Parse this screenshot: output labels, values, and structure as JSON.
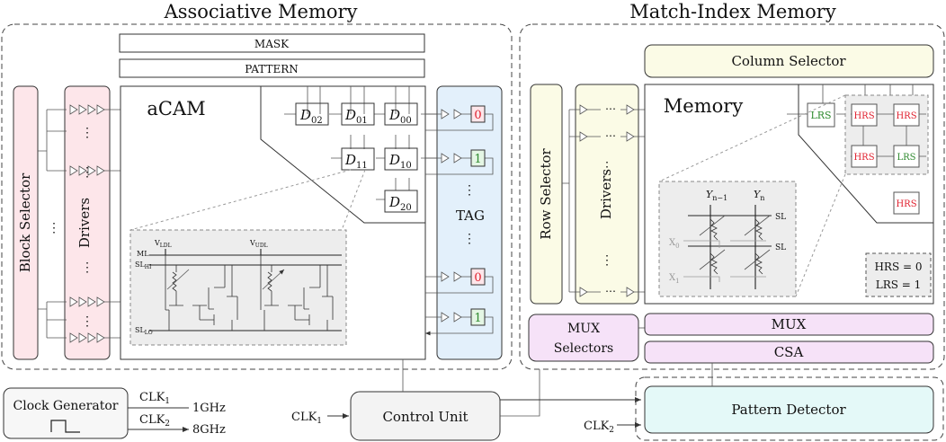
{
  "sections": {
    "associative_title": "Associative Memory",
    "match_index_title": "Match-Index Memory"
  },
  "acam": {
    "mask": "MASK",
    "pattern": "PATTERN",
    "label": "aCAM",
    "block_selector": "Block Selector",
    "drivers": "Drivers",
    "tag": "TAG",
    "tag_bits": [
      "0",
      "1",
      "0",
      "1"
    ],
    "cells": [
      "D",
      "02",
      "01",
      "00",
      "11",
      "10",
      "20"
    ],
    "vldl": "V",
    "vldl_sub": "LDL",
    "vudl": "V",
    "vudl_sub": "UDL",
    "ml": "ML",
    "slhi": "SL",
    "slhi_sub": "HI",
    "sllo": "SL",
    "sllo_sub": "LO",
    "dots": "⋮",
    "hdots": "⋯"
  },
  "match_index": {
    "column_selector": "Column Selector",
    "row_selector": "Row Selector",
    "drivers": "Drivers",
    "memory": "Memory",
    "lrs": "LRS",
    "hrs": "HRS",
    "y": "Y",
    "yn1_sub": "n−1",
    "yn_sub": "n",
    "sl": "SL",
    "x": "X",
    "x0_sub": "0",
    "x1_sub": "1",
    "legend_hrs": "HRS = 0",
    "legend_lrs": "LRS = 1",
    "mux": "MUX",
    "mux_selectors_1": "MUX",
    "mux_selectors_2": "Selectors",
    "csa": "CSA"
  },
  "bottom": {
    "clock_generator": "Clock Generator",
    "clk": "CLK",
    "clk1_sub": "1",
    "clk2_sub": "2",
    "freq1": "1GHz",
    "freq2": "8GHz",
    "control_unit": "Control Unit",
    "pattern_detector": "Pattern Detector"
  },
  "colors": {
    "pink": "#fde6ea",
    "yellow": "#fbfbe6",
    "blue": "#e3f0fb",
    "purple": "#f6e2f8",
    "cyan": "#e4f9f8",
    "gray": "#ededed",
    "red": "#e0202e",
    "green": "#2f8a2f"
  }
}
